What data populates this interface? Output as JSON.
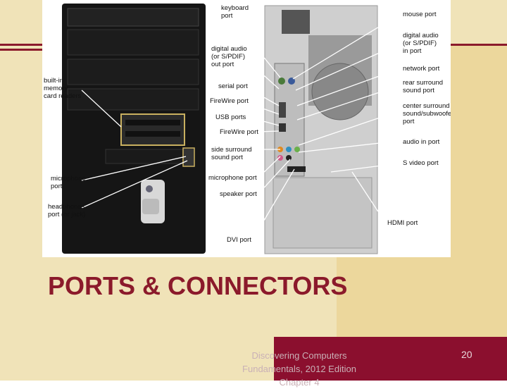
{
  "slide": {
    "title": "PORTS & CONNECTORS",
    "footer_line1": "Discovering Computers",
    "footer_line2": "Fundamentals, 2012  Edition",
    "footer_line3": "Chapter 4",
    "page_number": "20"
  },
  "labels_left": [
    [
      "built-in",
      "memory",
      "card readers"
    ],
    [
      "microphone",
      "port"
    ],
    [
      "headphones",
      "port (or jack)"
    ]
  ],
  "labels_middle": [
    [
      "keyboard",
      "port"
    ],
    [
      "digital audio",
      "(or S/PDIF)",
      "out port"
    ],
    [
      "serial port"
    ],
    [
      "FireWire port"
    ],
    [
      "USB ports"
    ],
    [
      "FireWire port"
    ],
    [
      "side surround",
      "sound port"
    ],
    [
      "microphone port"
    ],
    [
      "speaker port"
    ],
    [
      "DVI port"
    ]
  ],
  "labels_right": [
    [
      "mouse port"
    ],
    [
      "digital audio",
      "(or S/PDIF)",
      "in port"
    ],
    [
      "network port"
    ],
    [
      "rear surround",
      "sound port"
    ],
    [
      "center surround",
      "sound/subwoofer",
      "port"
    ],
    [
      "audio in port"
    ],
    [
      "S video port"
    ],
    [
      "HDMI port"
    ]
  ]
}
